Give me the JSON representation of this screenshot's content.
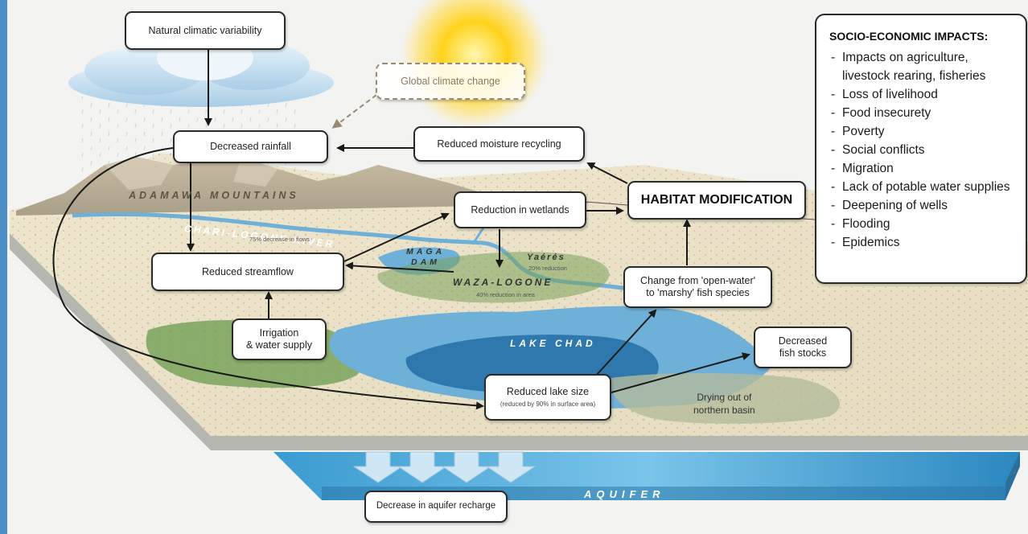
{
  "boxes": {
    "natural_climatic_variability": "Natural climatic variability",
    "global_climate_change": "Global climate change",
    "decreased_rainfall": "Decreased rainfall",
    "reduced_moisture_recycling": "Reduced moisture recycling",
    "reduction_in_wetlands": "Reduction in wetlands",
    "habitat_modification": "HABITAT MODIFICATION",
    "reduced_streamflow": "Reduced streamflow",
    "irrigation_line1": "Irrigation",
    "irrigation_line2": "& water supply",
    "change_fish_line1": "Change from 'open-water'",
    "change_fish_line2": "to 'marshy' fish species",
    "decreased_fish_line1": "Decreased",
    "decreased_fish_line2": "fish stocks",
    "reduced_lake_size": "Reduced lake size",
    "reduced_lake_size_note": "(reduced by 90% in surface area)",
    "decrease_aquifer_recharge": "Decrease in aquifer recharge"
  },
  "geography": {
    "adamawa": "ADAMAWA MOUNTAINS",
    "chari_logone": "CHARI-LOGONE RIVER",
    "chari_note": "75% decrease in flows",
    "maga": "MAGA",
    "dam": "DAM",
    "yaeres": "Yaérés",
    "yaeres_note": "20% reduction",
    "waza_logone": "WAZA-LOGONE",
    "waza_note": "40% reduction in area",
    "lake_chad": "LAKE CHAD",
    "drying_line1": "Drying out of",
    "drying_line2": "northern basin",
    "aquifer": "AQUIFER"
  },
  "impacts": {
    "title": "SOCIO-ECONOMIC IMPACTS:",
    "items": [
      "Impacts on agriculture, livestock rearing, fisheries",
      "Loss of livelihood",
      "Food insecurety",
      "Poverty",
      "Social conflicts",
      "Migration",
      "Lack of potable water supplies",
      "Deepening of wells",
      "Flooding",
      "Epidemics"
    ]
  },
  "colors": {
    "water": "#6fb0d8",
    "lake_deep": "#2f78ad",
    "sun": "#ffd21a",
    "vegetation": "#7aa35a",
    "aquifer": "#4aa6d6"
  }
}
